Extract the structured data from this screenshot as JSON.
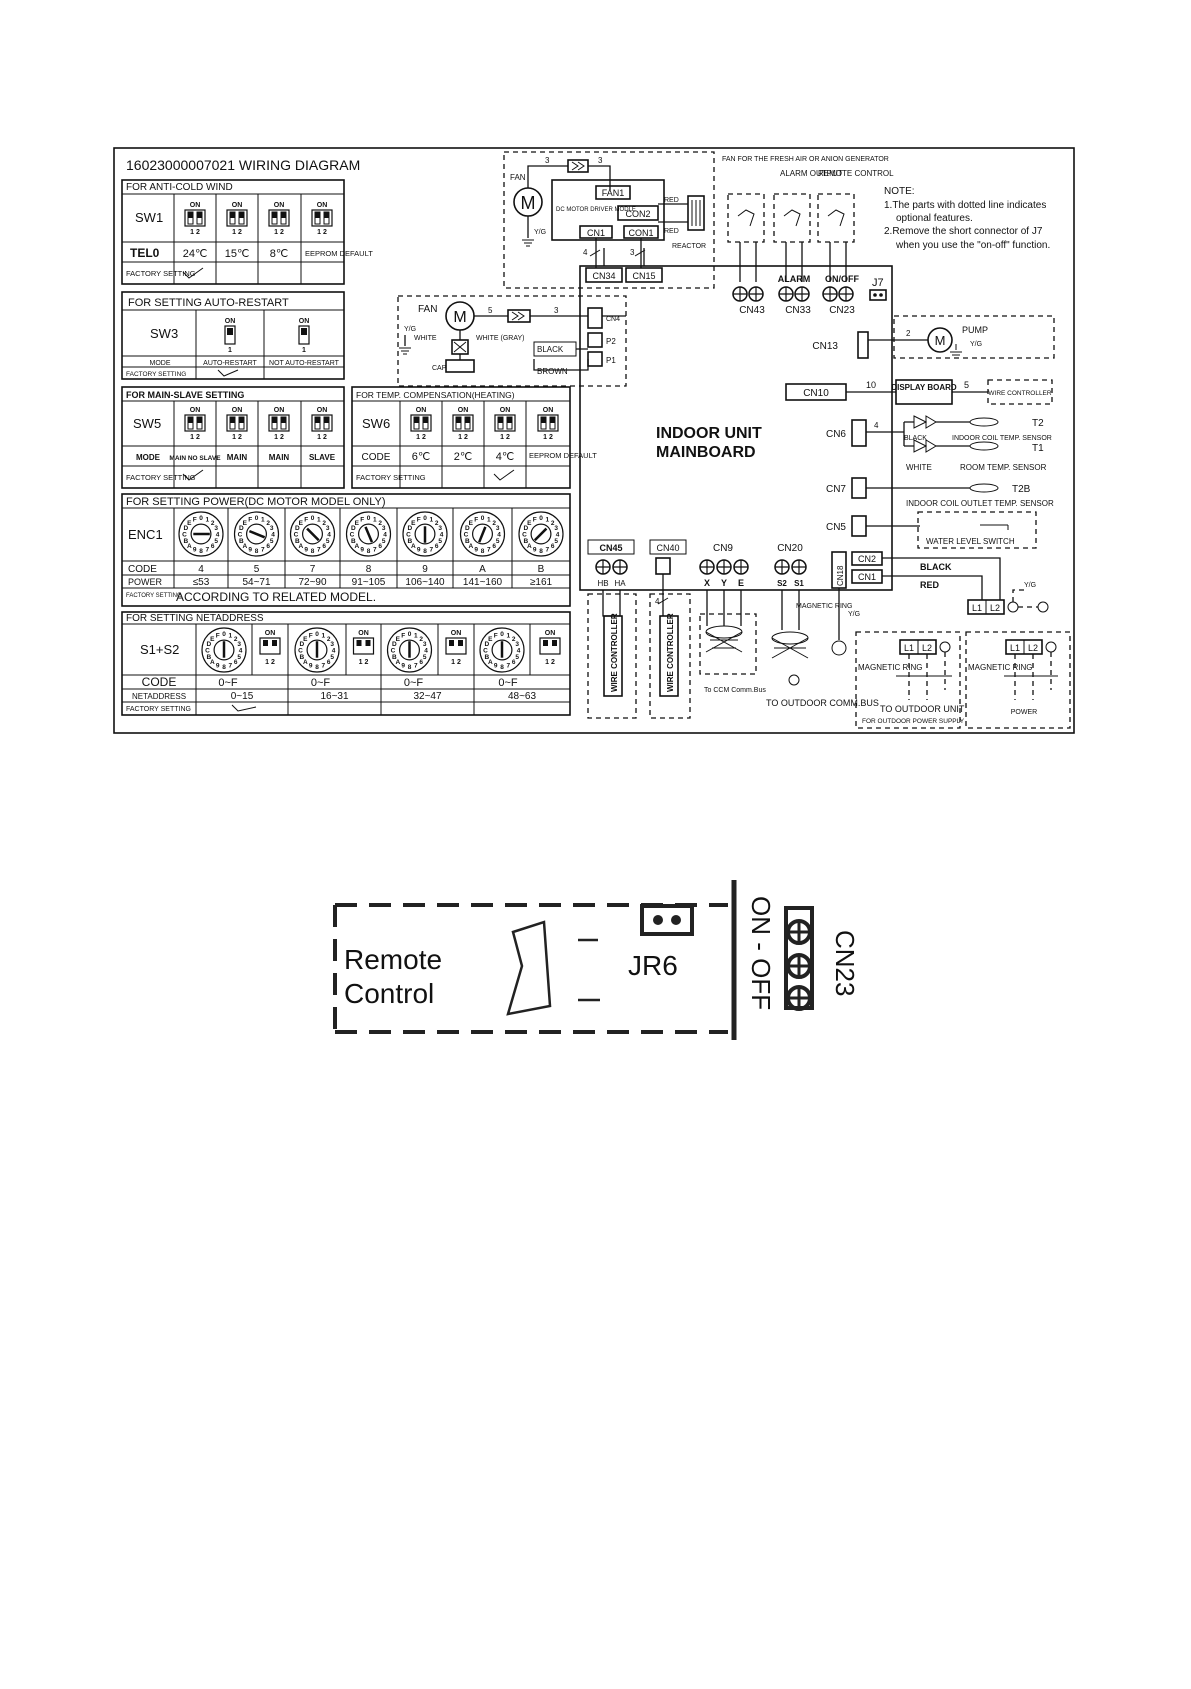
{
  "diagram": {
    "title": "16023000007021   WIRING DIAGRAM",
    "note": {
      "heading": "NOTE:",
      "line1": "1.The parts with dotted line indicates",
      "line2": "optional features.",
      "line3": "2.Remove the short connector of J7",
      "line4": "when you use the \"on-off\" function."
    },
    "anti_cold": {
      "header": "FOR ANTI-COLD WIND",
      "row_label": "SW1",
      "tel_label": "TEL0",
      "values": [
        "24℃",
        "15℃",
        "8℃",
        "EEPROM DEFAULT"
      ],
      "factory": "FACTORY SETTING"
    },
    "auto_restart": {
      "header": "FOR SETTING AUTO-RESTART",
      "row_label": "SW3",
      "mode_label": "MODE",
      "modes": [
        "AUTO-RESTART",
        "NOT AUTO-RESTART"
      ],
      "factory": "FACTORY SETTING"
    },
    "main_slave": {
      "header": "FOR MAIN-SLAVE SETTING",
      "row_label": "SW5",
      "mode_label": "MODE",
      "modes": [
        "MAIN NO SLAVE",
        "MAIN",
        "MAIN",
        "SLAVE"
      ],
      "factory": "FACTORY SETTING"
    },
    "temp_comp": {
      "header": "FOR TEMP. COMPENSATION(HEATING)",
      "row_label": "SW6",
      "code_label": "CODE",
      "codes": [
        "6℃",
        "2℃",
        "4℃",
        "EEPROM DEFAULT"
      ],
      "factory": "FACTORY SETTING"
    },
    "power": {
      "header": "FOR SETTING POWER(DC MOTOR MODEL ONLY)",
      "row_label": "ENC1",
      "code_label": "CODE",
      "codes": [
        "4",
        "5",
        "7",
        "8",
        "9",
        "A",
        "B"
      ],
      "power_label": "POWER",
      "powers": [
        "≤53",
        "54~71",
        "72~90",
        "91~105",
        "106~140",
        "141~160",
        "≥161"
      ],
      "factory": "FACTORY SETTING",
      "factory_value": "ACCORDING TO RELATED MODEL."
    },
    "netaddress": {
      "header": "FOR SETTING NETADDRESS",
      "row_label": "S1+S2",
      "code_label": "CODE",
      "codes": [
        "0~F",
        "0~F",
        "0~F",
        "0~F"
      ],
      "net_label": "NETADDRESS",
      "nets": [
        "0~15",
        "16~31",
        "32~47",
        "48~63"
      ],
      "factory": "FACTORY SETTING"
    },
    "switch_on": "ON",
    "switch_nums": "1 2",
    "dial_chars": "0123456789ABCDEF",
    "mainboard": {
      "line1": "INDOOR UNIT",
      "line2": "MAINBOARD"
    },
    "fan_dc": {
      "fan": "FAN",
      "motor": "M",
      "yg": "Y/G",
      "fan1": "FAN1",
      "driver": "DC MOTOR DRIVER MODLE",
      "con2": "CON2",
      "cn1": "CN1",
      "con1": "CON1",
      "red1": "RED",
      "red2": "RED",
      "reactor": "REACTOR",
      "n3a": "3",
      "n3b": "3",
      "n4": "4",
      "n3c": "3"
    },
    "fan_ac": {
      "fan": "FAN",
      "motor": "M",
      "yg": "Y/G",
      "white": "WHITE",
      "white_gray": "WHITE (GRAY)",
      "cap": "CAP",
      "n5": "5",
      "n3": "3",
      "black": "BLACK",
      "brown": "BROWN",
      "cn4": "CN4",
      "p2": "P2",
      "p1": "P1"
    },
    "top_labels": {
      "fresh": "FAN FOR THE FRESH AIR OR ANION GENERATOR",
      "alarm": "ALARM OUTPUT",
      "remote": "REMOTE CONTROL"
    },
    "connectors": {
      "cn34": "CN34",
      "cn15": "CN15",
      "cn43": "CN43",
      "cn33": "CN33",
      "cn23": "CN23",
      "alarm": "ALARM",
      "onoff": "ON/OFF",
      "j7": "J7",
      "cn13": "CN13",
      "cn10": "CN10",
      "cn6": "CN6",
      "cn7": "CN7",
      "cn5": "CN5",
      "cn2": "CN2",
      "cn1": "CN1",
      "cn18": "CN18",
      "cn45": "CN45",
      "cn40": "CN40",
      "cn9": "CN9",
      "cn20": "CN20",
      "hb": "HB",
      "ha": "HA",
      "x": "X",
      "y": "Y",
      "e": "E",
      "s2": "S2",
      "s1": "S1"
    },
    "right": {
      "pump": "PUMP",
      "pump_yg": "Y/G",
      "n2": "2",
      "n10": "10",
      "n5": "5",
      "n4": "4",
      "display": "DISPLAY BOARD",
      "wire_ctrl": "WIRE CONTROLLER",
      "t2": "T2",
      "t1": "T1",
      "black": "BLACK",
      "white": "WHITE",
      "coil": "INDOOR COIL TEMP. SENSOR",
      "room": "ROOM TEMP. SENSOR",
      "t2b": "T2B",
      "outlet": "INDOOR COIL OUTLET TEMP. SENSOR",
      "water": "WATER LEVEL SWITCH",
      "black2": "BLACK",
      "red": "RED",
      "yg": "Y/G",
      "l1": "L1",
      "l2": "L2"
    },
    "bottom": {
      "wire_ctrl1": "WIRE CONTROLLER",
      "wire_ctrl2": "WIRE CONTROLLER",
      "n4": "4",
      "ccm": "To CCM Comm.Bus",
      "magnetic": "MAGNETIC RING",
      "yg": "Y/G",
      "outdoor_bus": "TO OUTDOOR COMM.BUS",
      "mag1": "MAGNETIC RING",
      "to_outdoor": "TO OUTDOOR UNIT",
      "for_power": "FOR OUTDOOR POWER SUPPLY",
      "mag2": "MAGNETIC RING",
      "power": "POWER",
      "l1a": "L1",
      "l2a": "L2",
      "l1b": "L1",
      "l2b": "L2"
    }
  },
  "detail": {
    "remote_line1": "Remote",
    "remote_line2": "Control",
    "jr6": "JR6",
    "on_off": "ON - OFF",
    "cn23": "CN23"
  }
}
